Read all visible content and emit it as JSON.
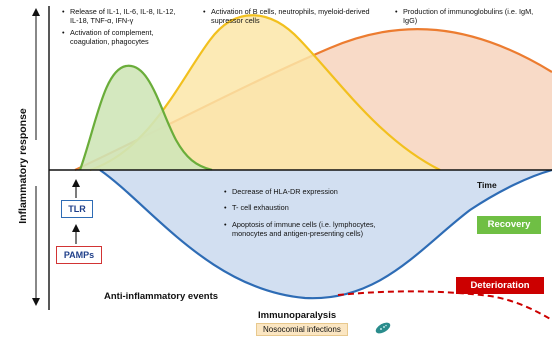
{
  "axis": {
    "y_label": "Inflammatory response",
    "x_label": "Time"
  },
  "bullets_left": [
    "Release of IL-1, IL-6, IL-8, IL-12, IL-18, TNF-α, IFN-γ",
    "Activation of complement, coagulation, phagocytes"
  ],
  "bullets_mid": [
    "Activation of B cells, neutrophils, myeloid-derived supressor cells"
  ],
  "bullets_right": [
    "Production of immunoglobulins (i.e. IgM, IgG)"
  ],
  "bullets_anti": [
    "Decrease of HLA-DR expression",
    "T- cell exhaustion",
    "Apoptosis of immune cells (i.e. lymphocytes, monocytes and antigen-presenting cells)"
  ],
  "labels": {
    "anti_inflammatory": "Anti-inflammatory events",
    "immunoparalysis": "Immunoparalysis",
    "nosocomial": "Nosocomial infections",
    "tlr": "TLR",
    "pamps": "PAMPs",
    "recovery": "Recovery",
    "deterioration": "Deterioration"
  },
  "colors": {
    "green_curve": "#6aad3a",
    "green_fill": "#cfe6b8",
    "yellow_curve": "#f2c01e",
    "yellow_fill": "#fbe6a8",
    "orange_curve": "#ec7c30",
    "orange_fill": "#f7d6c1",
    "blue_curve": "#2e6cb5",
    "blue_fill": "#cddcef",
    "recovery": "#6fbf44",
    "deterioration": "#cc0000"
  },
  "icons": [
    "arrow-up-icon",
    "arrow-down-icon",
    "bacteria-icon",
    "dashed-deterioration-line"
  ]
}
